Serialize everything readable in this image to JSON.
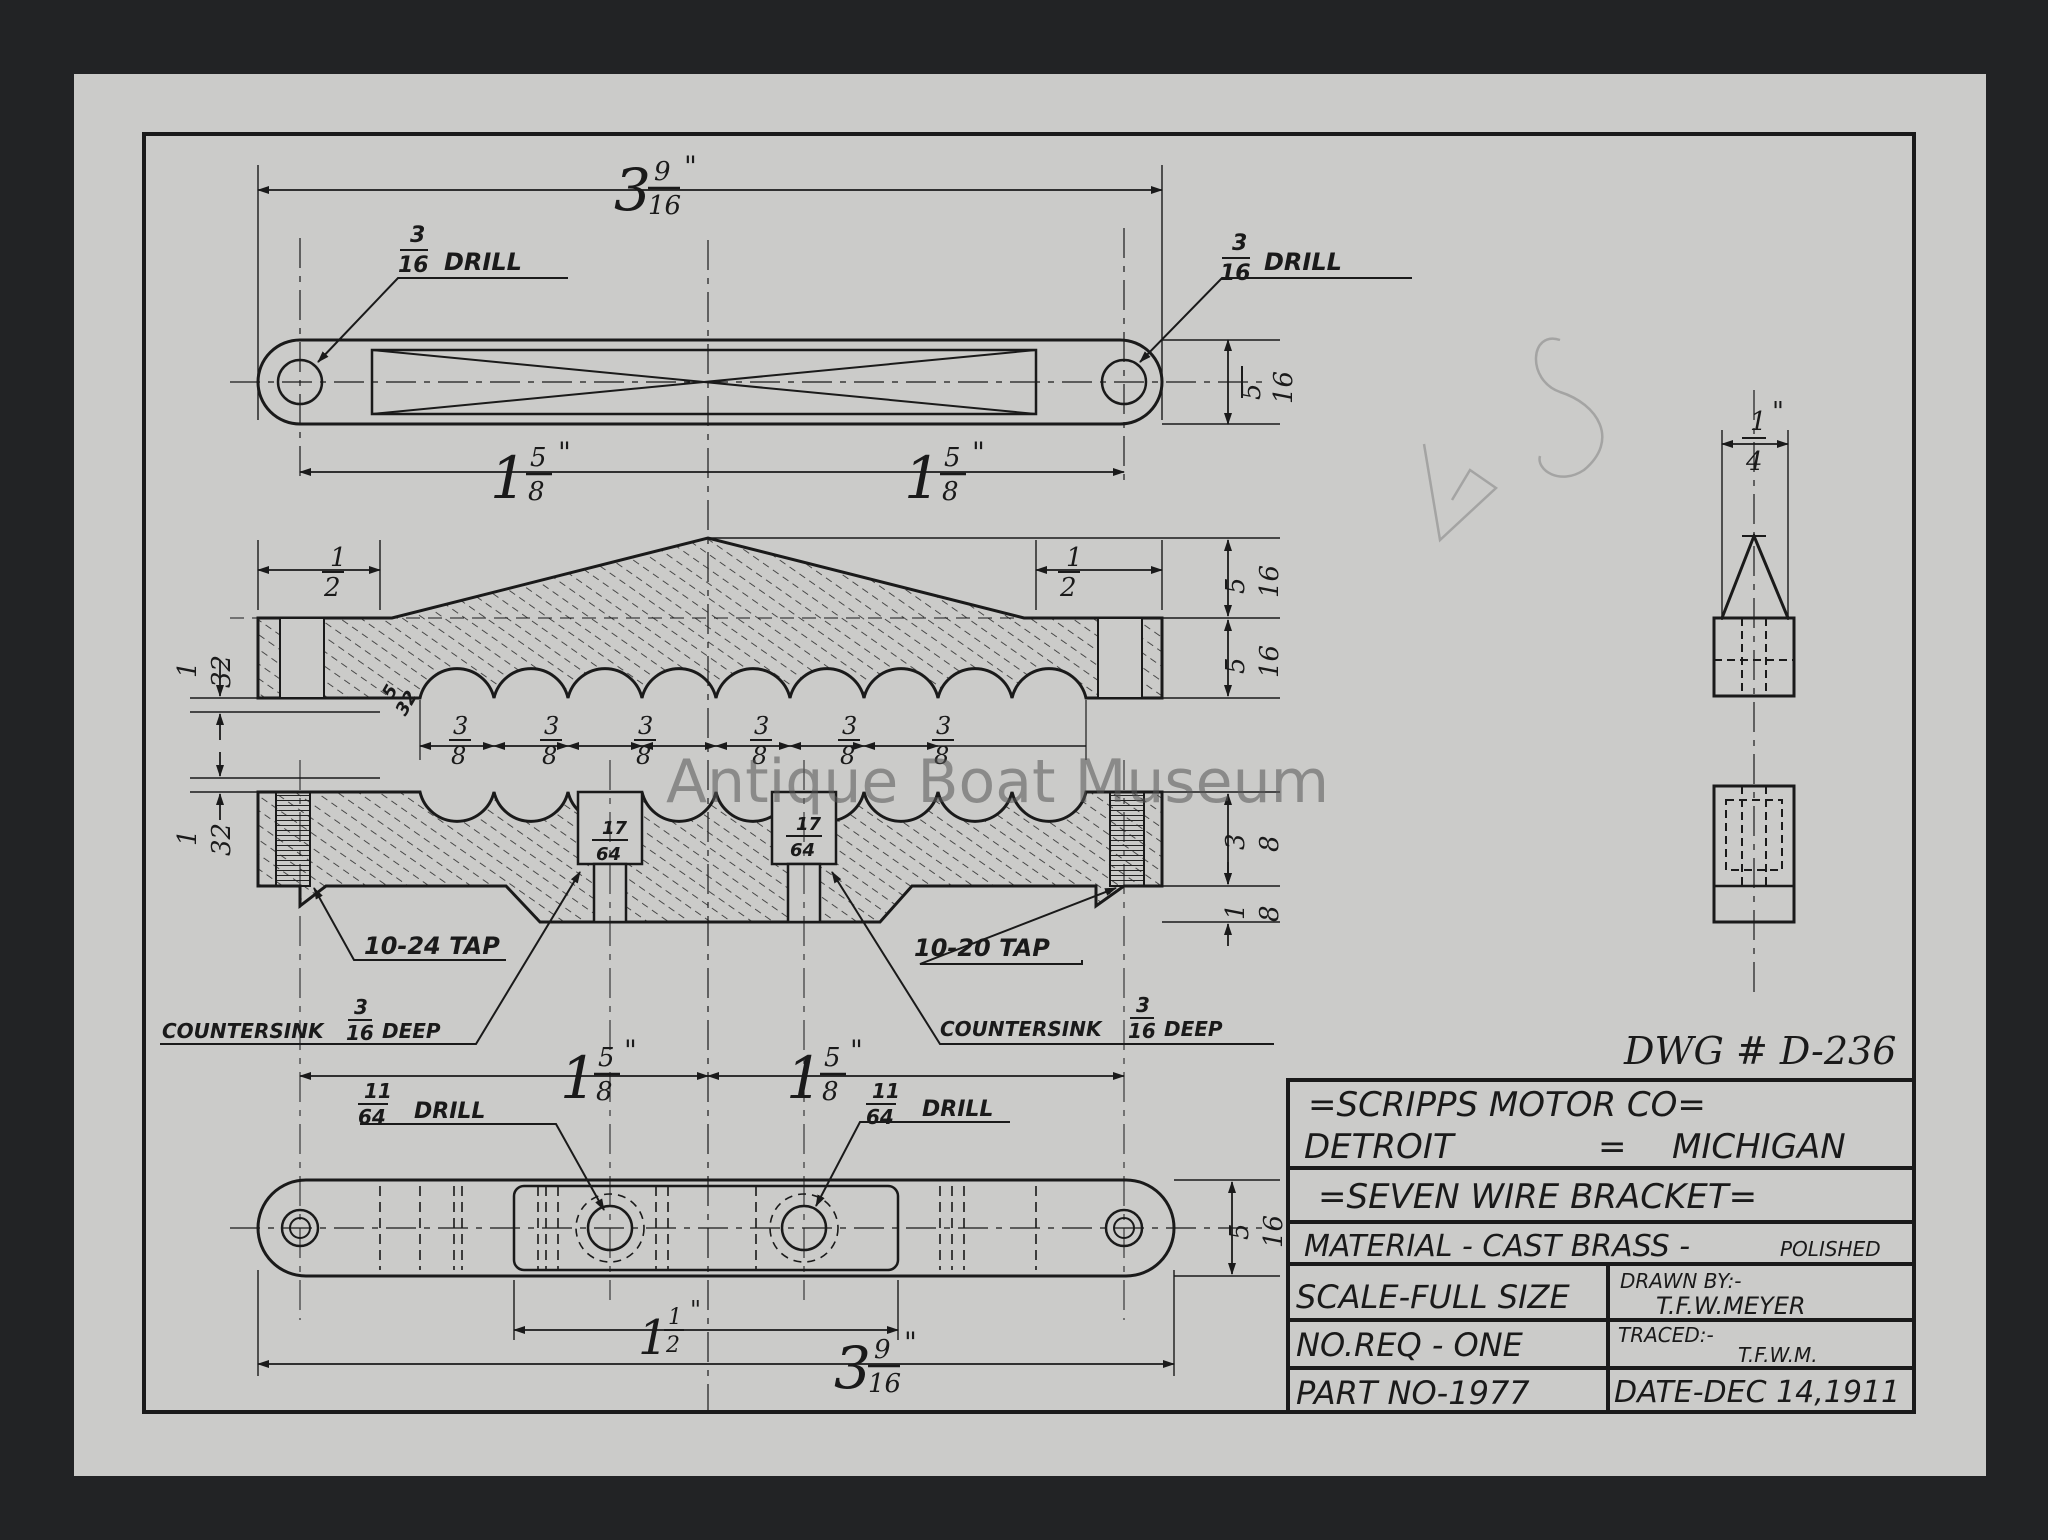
{
  "watermark": "Antique Boat Museum",
  "drawing_number": "DWG # D-236",
  "title_block": {
    "company": "=SCRIPPS MOTOR CO=",
    "city": "DETROIT",
    "separator": "=",
    "state": "MICHIGAN",
    "part_name": "=SEVEN WIRE BRACKET=",
    "material": "MATERIAL - CAST BRASS -",
    "material_finish": "POLISHED",
    "scale": "SCALE-FULL SIZE",
    "drawn_by_label": "DRAWN BY:-",
    "drawn_by": "T.F.W.MEYER",
    "quantity": "NO.REQ - ONE",
    "traced_label": "TRACED:-",
    "traced_by": "T.F.W.M.",
    "part_no": "PART NO-1977",
    "date": "DATE-DEC 14,1911"
  },
  "top_view": {
    "overall_whole": "3",
    "overall_num": "9",
    "overall_den": "16",
    "drill_left_num": "3",
    "drill_left_den": "16",
    "drill_left_label": "DRILL",
    "drill_right_num": "3",
    "drill_right_den": "16",
    "drill_right_label": "DRILL",
    "height_num": "5",
    "height_den": "16",
    "half_left_whole": "1",
    "half_left_num": "5",
    "half_left_den": "8",
    "half_right_whole": "1",
    "half_right_num": "5",
    "half_right_den": "8"
  },
  "upper_section": {
    "left_num": "1",
    "left_den": "2",
    "right_num": "1",
    "right_den": "2",
    "peak_num": "5",
    "peak_den": "16",
    "body_num": "5",
    "body_den": "16",
    "side_num": "1",
    "side_den": "32",
    "radius_num": "5",
    "radius_den": "32"
  },
  "pitch": {
    "num": "3",
    "den": "8"
  },
  "lower_section": {
    "side_num": "1",
    "side_den": "32",
    "bore_left_num": "17",
    "bore_left_den": "64",
    "bore_right_num": "17",
    "bore_right_den": "64",
    "body_num": "3",
    "body_den": "8",
    "boss_num": "1",
    "boss_den": "8",
    "tap_left": "10-24 TAP",
    "tap_right": "10-20 TAP",
    "countersink_left": "COUNTERSINK",
    "countersink_left_num": "3",
    "countersink_left_den": "16",
    "countersink_left_tail": "DEEP",
    "countersink_right": "COUNTERSINK",
    "countersink_right_num": "3",
    "countersink_right_den": "16",
    "countersink_right_tail": "DEEP"
  },
  "bottom_view": {
    "half_left_whole": "1",
    "half_left_num": "5",
    "half_left_den": "8",
    "half_right_whole": "1",
    "half_right_num": "5",
    "half_right_den": "8",
    "drill_left_num": "11",
    "drill_left_den": "64",
    "drill_left_label": "DRILL",
    "drill_right_num": "11",
    "drill_right_den": "64",
    "drill_right_label": "DRILL",
    "height_num": "5",
    "height_den": "16",
    "center_whole": "1",
    "center_num": "1",
    "center_den": "2",
    "overall_whole": "3",
    "overall_num": "9",
    "overall_den": "16"
  },
  "side_view": {
    "width_num": "1",
    "width_den": "4"
  }
}
